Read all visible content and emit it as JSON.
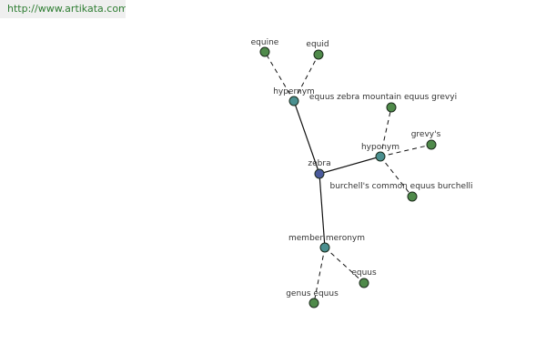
{
  "banner": {
    "text": "http://www.artikata.com"
  },
  "colors": {
    "center": "#4a5a9c",
    "relation": "#4a8f8f",
    "leaf": "#4f8a4a"
  },
  "graph": {
    "center": {
      "id": "zebra",
      "label": "zebra"
    },
    "relations": [
      {
        "id": "hypernym",
        "label": "hypernym"
      },
      {
        "id": "hyponym",
        "label": "hyponym"
      },
      {
        "id": "member-meronym",
        "label": "member meronym"
      }
    ],
    "leaves": [
      {
        "id": "equine",
        "label": "equine",
        "parent": "hypernym"
      },
      {
        "id": "equid",
        "label": "equid",
        "parent": "hypernym"
      },
      {
        "id": "equus-zebra",
        "label": "equus zebra mountain equus grevyi",
        "parent": "hyponym"
      },
      {
        "id": "grevys",
        "label": "grevy's",
        "parent": "hyponym"
      },
      {
        "id": "burchells",
        "label": "burchell's common equus burchelli",
        "parent": "hyponym"
      },
      {
        "id": "equus",
        "label": "equus",
        "parent": "member-meronym"
      },
      {
        "id": "genus-equus",
        "label": "genus equus",
        "parent": "member-meronym"
      }
    ]
  }
}
